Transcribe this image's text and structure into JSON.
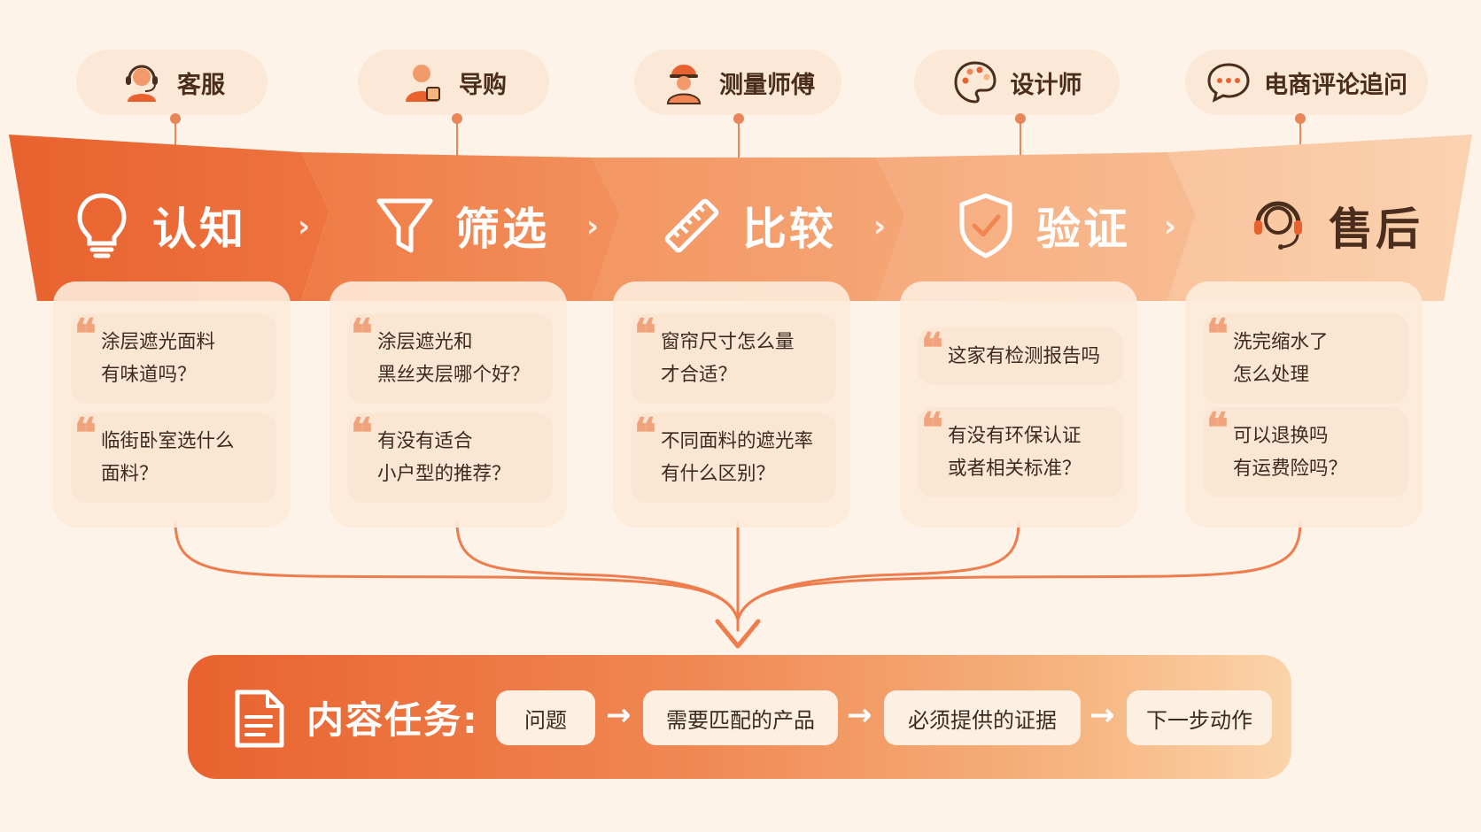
{
  "roles": [
    {
      "label": "客服",
      "icon": "customer-service-headset-icon"
    },
    {
      "label": "导购",
      "icon": "shopping-guide-person-icon"
    },
    {
      "label": "测量师傅",
      "icon": "worker-hardhat-icon"
    },
    {
      "label": "设计师",
      "icon": "palette-icon"
    },
    {
      "label": "电商评论追问",
      "icon": "chat-bubble-icon"
    }
  ],
  "stages": [
    {
      "label": "认知",
      "icon": "lightbulb-icon"
    },
    {
      "label": "筛选",
      "icon": "funnel-icon"
    },
    {
      "label": "比较",
      "icon": "ruler-icon"
    },
    {
      "label": "验证",
      "icon": "shield-check-icon"
    },
    {
      "label": "售后",
      "icon": "headset-icon"
    }
  ],
  "questions": [
    [
      "涂层遮光面料\n有味道吗？",
      "临街卧室选什么\n面料？"
    ],
    [
      "涂层遮光和\n黑丝夹层哪个好？",
      "有没有适合\n小户型的推荐？"
    ],
    [
      "窗帘尺寸怎么量\n才合适？",
      "不同面料的遮光率\n有什么区别？"
    ],
    [
      "这家有检测报告吗",
      "有没有环保认证\n或者相关标准？"
    ],
    [
      "洗完缩水了\n怎么处理",
      "可以退换吗\n有运费险吗？"
    ]
  ],
  "task": {
    "title": "内容任务:",
    "icon": "document-icon",
    "steps": [
      "问题",
      "需要匹配的产品",
      "必须提供的证据",
      "下一步动作"
    ]
  },
  "colors": {
    "primary": "#e8622f",
    "mid": "#f08752",
    "light": "#f6b47f",
    "pale": "#fbd4aa",
    "background": "#fdf3e8"
  }
}
